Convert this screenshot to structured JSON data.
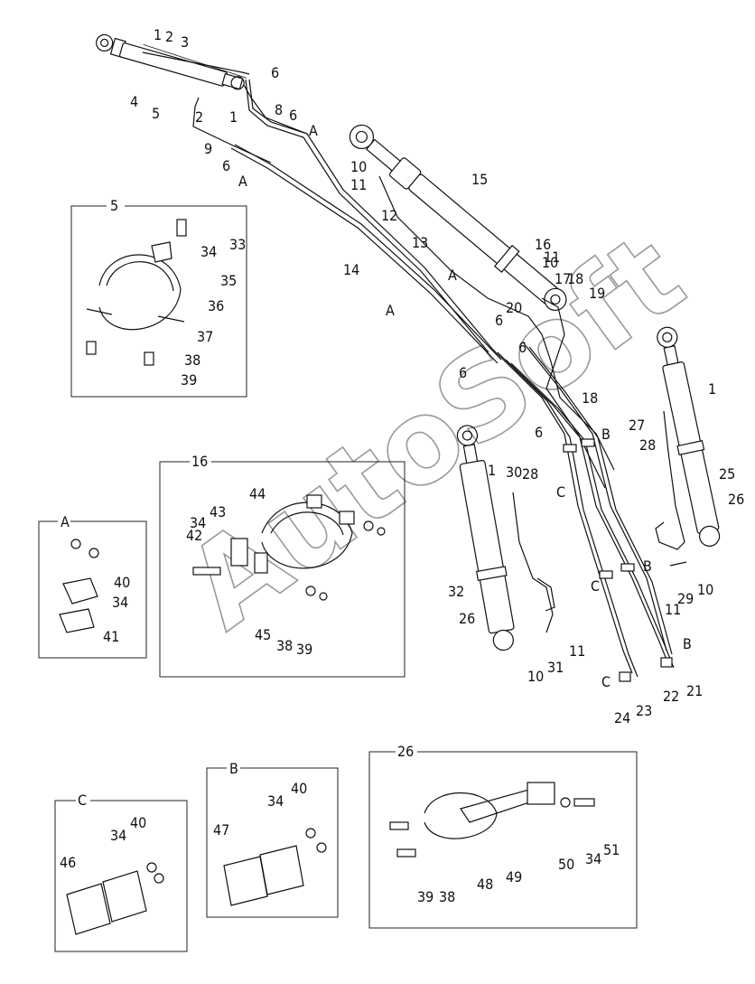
{
  "watermark": "AutoSoft",
  "callouts": {
    "c1a": "1",
    "c2a": "2",
    "c3": "3",
    "c4": "4",
    "c5": "5",
    "c2b": "2",
    "c1b": "1",
    "c6a": "6",
    "c8": "8",
    "c6b": "6",
    "cA1": "A",
    "c9": "9",
    "c6c": "6",
    "cA2": "A",
    "c10a": "10",
    "c11a": "11",
    "c12": "12",
    "c15": "15",
    "c13": "13",
    "c14": "14",
    "cA3": "A",
    "cA4": "A",
    "c16": "16",
    "c10b": "10",
    "c11b": "11",
    "c17": "17",
    "c18a": "18",
    "c19": "19",
    "c20": "20",
    "c6d": "6",
    "c6e": "6",
    "c6f": "6",
    "c18b": "18",
    "c6g": "6",
    "cB1": "B",
    "cC1": "C",
    "cB2": "B",
    "cC2": "C",
    "cB3": "B",
    "cC3": "C",
    "c24": "24",
    "c23": "23",
    "c22": "22",
    "c21": "21",
    "c1c": "1",
    "c27": "27",
    "c28a": "28",
    "c25": "25",
    "c26a": "26",
    "c11c": "11",
    "c29": "29",
    "c10c": "10",
    "c1d": "1",
    "c30": "30",
    "c28b": "28",
    "c32": "32",
    "c26b": "26",
    "c10d": "10",
    "c31": "31",
    "c11d": "11"
  },
  "detail_boxes": {
    "box5": {
      "title": "5",
      "labels": {
        "l33": "33",
        "l34": "34",
        "l35": "35",
        "l36": "36",
        "l37": "37",
        "l38": "38",
        "l39": "39"
      }
    },
    "boxA": {
      "title": "A",
      "labels": {
        "l40": "40",
        "l34": "34",
        "l41": "41"
      }
    },
    "box16": {
      "title": "16",
      "labels": {
        "l44": "44",
        "l42": "42",
        "l34": "34",
        "l43": "43",
        "l45": "45",
        "l38": "38",
        "l39": "39"
      }
    },
    "boxC": {
      "title": "C",
      "labels": {
        "l34": "34",
        "l40": "40",
        "l46": "46"
      }
    },
    "boxB": {
      "title": "B",
      "labels": {
        "l34": "34",
        "l40": "40",
        "l47": "47"
      }
    },
    "box26": {
      "title": "26",
      "labels": {
        "l39": "39",
        "l38": "38",
        "l48": "48",
        "l49": "49",
        "l50": "50",
        "l34": "34",
        "l51": "51"
      }
    }
  }
}
